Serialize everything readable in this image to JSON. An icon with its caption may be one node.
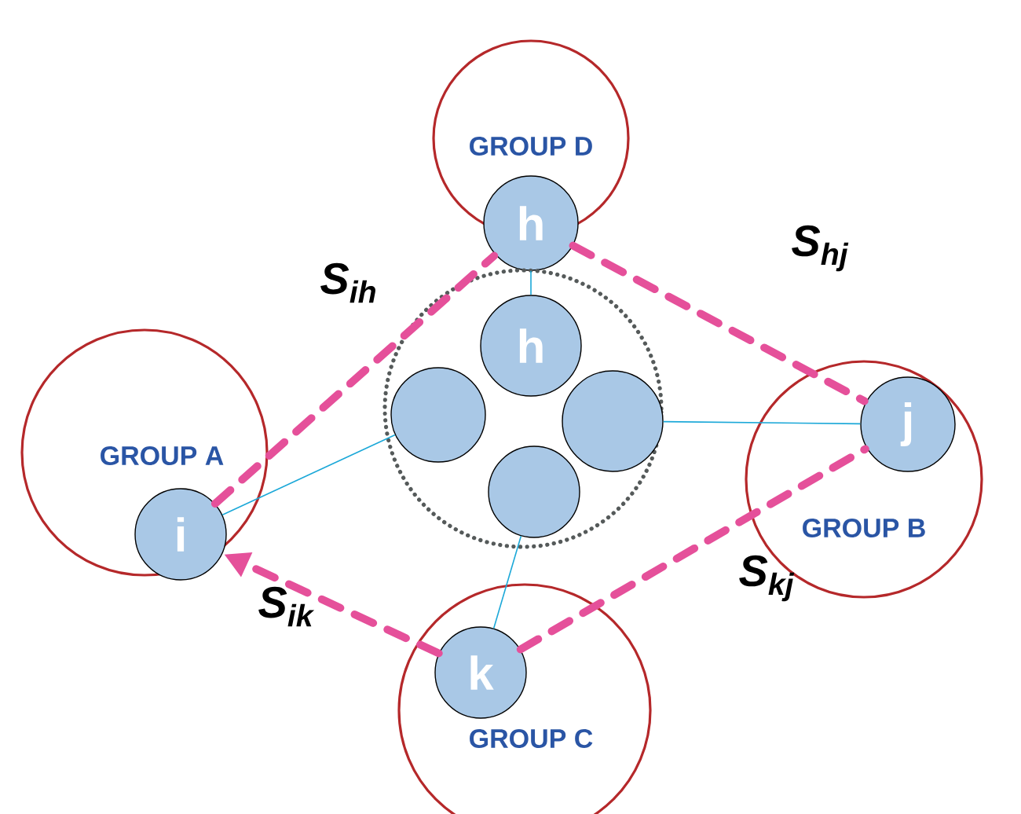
{
  "diagram": {
    "nodes": [
      {
        "text": [
          "GROUP D"
        ]
      },
      {
        "text": [
          "h"
        ]
      },
      {
        "text": [
          "GROUP A"
        ]
      },
      {
        "text": [
          "i"
        ],
        "in": 2
      },
      {
        "text": [
          "GROUP B"
        ]
      },
      {
        "text": [
          "j"
        ],
        "in": 4
      },
      {
        "text": [
          "GROUP C"
        ]
      },
      {
        "text": [
          "k"
        ],
        "in": 6
      },
      {
        "text": [],
        "shape": "circle"
      },
      {
        "text": [
          "h"
        ],
        "in": 8
      },
      {
        "text": [],
        "shape": "circle",
        "in": 8
      },
      {
        "text": [],
        "shape": "circle",
        "in": 8
      },
      {
        "text": [],
        "shape": "circle",
        "in": 8
      }
    ],
    "edges": [
      {
        "from": 3,
        "to": 1,
        "arrow": "none",
        "label": "S$_{ih}$",
        "style": "dashed",
        "color": "#e5509a"
      },
      {
        "from": 1,
        "to": 5,
        "arrow": "none",
        "label": "S$_{hj}$",
        "style": "dashed",
        "color": "#e5509a"
      },
      {
        "from": 7,
        "to": 5,
        "arrow": "none",
        "label": "S$_{kj}$",
        "style": "dashed",
        "color": "#e5509a"
      },
      {
        "from": 7,
        "to": 3,
        "arrow": "to",
        "label": "S$_{ik}$",
        "style": "dashed",
        "color": "#e5509a"
      },
      {
        "from": 3,
        "to": 10,
        "arrow": "none",
        "color": "#1ba8d8"
      },
      {
        "from": 5,
        "to": 11,
        "arrow": "none",
        "color": "#1ba8d8"
      },
      {
        "from": 1,
        "to": 9,
        "arrow": "none",
        "color": "#1ba8d8"
      },
      {
        "from": 7,
        "to": 12,
        "arrow": "none",
        "color": "#1ba8d8"
      }
    ]
  }
}
